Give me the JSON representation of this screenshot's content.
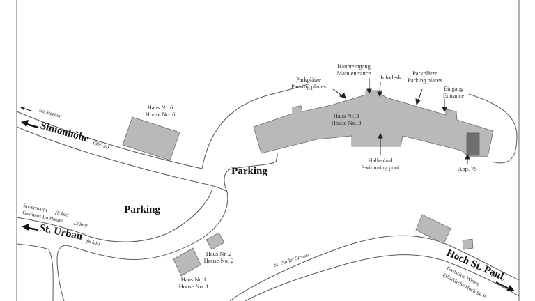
{
  "map": {
    "buildings": {
      "main": {
        "line1": "Haus Nr. 3",
        "line2": "House No. 3"
      },
      "house6": {
        "line1": "Haus Nr. 6",
        "line2": "House No. 6"
      },
      "house2": {
        "line1": "Haus Nr. 2",
        "line2": "House No. 2"
      },
      "house1": {
        "line1": "Haus Nr. 1",
        "line2": "House No. 1"
      }
    },
    "poi": {
      "main_entrance": {
        "line1": "Haupteingang",
        "line2": "Main entrance"
      },
      "infodesk": "Infodesk",
      "parking_left": {
        "line1": "Parkplätze",
        "line2": "Parking places"
      },
      "parking_right": {
        "line1": "Parkplätze",
        "line2": "Parking places"
      },
      "entrance": {
        "line1": "Eingang",
        "line2": "Entrance"
      },
      "swimming_pool": {
        "line1": "Hallenbad",
        "line2": "Swimming pool"
      },
      "apartment": "App. 75"
    },
    "parking": {
      "center": "Parking",
      "left": "Parking"
    },
    "roads": {
      "ski_station": "Ski Station",
      "simonhoehe": "Simonhöhe",
      "simonhoehe_dist": "(300 m)",
      "supermarkt": "Supermarkt",
      "supermarkt_dist": "(6 km)",
      "gasthaus": "Gasthaus Loisbauer",
      "gasthaus_dist": "(3 km)",
      "st_urban": "St. Urban",
      "st_urban_dist": "(6 km)",
      "st_pauler_strasse": "St. Pauler Strasse",
      "hoch_st_paul": "Hoch St. Paul",
      "hoch_st_paul_dist": "(4 km)",
      "gaststaette": "Gaststätte Winter,",
      "fillialkirche": "Filialkirche Hoch St. P."
    },
    "colors": {
      "building": "#b9b9b9",
      "building_stroke": "#6a6a6a",
      "apartment": "#6f6f6f",
      "road_line": "#555555",
      "text": "#2a2a2a"
    }
  }
}
